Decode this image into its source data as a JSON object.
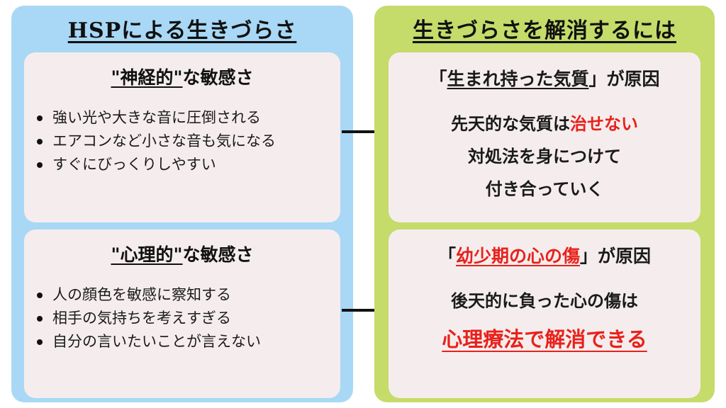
{
  "left_panel": {
    "title": "HSPによる生きづらさ",
    "cards": [
      {
        "title_quoted": "\"神経的\"",
        "title_rest": "な敏感さ",
        "items": [
          "強い光や大きな音に圧倒される",
          "エアコンなど小さな音も気になる",
          "すぐにびっくりしやすい"
        ]
      },
      {
        "title_quoted": "\"心理的\"",
        "title_rest": "な敏感さ",
        "items": [
          "人の顔色を敏感に察知する",
          "相手の気持ちを考えすぎる",
          "自分の言いたいことが言えない"
        ]
      }
    ]
  },
  "right_panel": {
    "title": "生きづらさを解消するには",
    "cards": [
      {
        "open_bracket": "「",
        "cause": "生まれ持った気質",
        "close_bracket": "」",
        "cause_suffix": "が原因",
        "line1_prefix": "先天的な気質は",
        "line1_highlight": "治せない",
        "line2": "対処法を身につけて",
        "line3": "付き合っていく"
      },
      {
        "open_bracket": "「",
        "cause": "幼少期の心の傷",
        "close_bracket": "」",
        "cause_suffix": "が原因",
        "line1": "後天的に負った心の傷は",
        "highlight": "心理療法で解消できる"
      }
    ]
  },
  "colors": {
    "left_panel_bg": "#a8d8f5",
    "right_panel_bg": "#c5db6a",
    "card_bg": "#f5eded",
    "accent_red": "#e8211c",
    "text": "#111111"
  }
}
